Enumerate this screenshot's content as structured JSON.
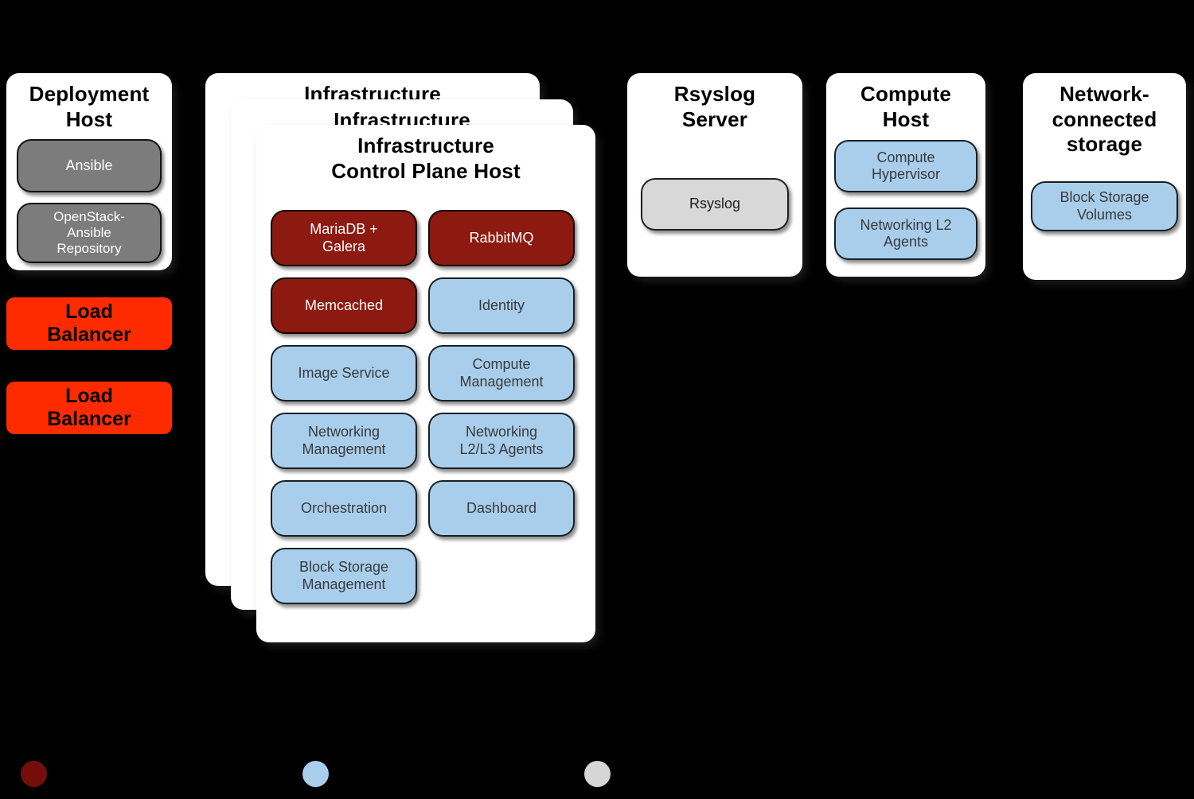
{
  "colors": {
    "dark_red": "#8c1a10",
    "light_blue": "#a8ceec",
    "gray": "#7c7c7c",
    "light_gray": "#d8d8d8",
    "red": "#ff2b00",
    "legend_dark_red": "#750e0b",
    "legend_light_blue": "#a8ceec",
    "legend_gray": "#d6d6d6",
    "background": "#000000",
    "card_bg": "#ffffff"
  },
  "deployment_host": {
    "title": "Deployment Host",
    "items": [
      {
        "label": "Ansible",
        "type": "gray"
      },
      {
        "label": "OpenStack-Ansible Repository",
        "type": "gray"
      }
    ]
  },
  "load_balancers": [
    {
      "label": "Load Balancer"
    },
    {
      "label": "Load Balancer"
    }
  ],
  "infrastructure": {
    "back_title": "Infrastructure",
    "middle_title": "Infrastructure",
    "title": "Infrastructure Control Plane Host",
    "col1": [
      {
        "label": "MariaDB + Galera",
        "type": "dark_red"
      },
      {
        "label": "Memcached",
        "type": "dark_red"
      },
      {
        "label": "Image Service",
        "type": "light_blue"
      },
      {
        "label": "Networking Management",
        "type": "light_blue"
      },
      {
        "label": "Orchestration",
        "type": "light_blue"
      },
      {
        "label": "Block Storage Management",
        "type": "light_blue"
      }
    ],
    "col2": [
      {
        "label": "RabbitMQ",
        "type": "dark_red"
      },
      {
        "label": "Identity",
        "type": "light_blue"
      },
      {
        "label": "Compute Management",
        "type": "light_blue"
      },
      {
        "label": "Networking L2/L3 Agents",
        "type": "light_blue"
      },
      {
        "label": "Dashboard",
        "type": "light_blue"
      }
    ]
  },
  "rsyslog_server": {
    "title": "Rsyslog Server",
    "items": [
      {
        "label": "Rsyslog",
        "type": "light_gray"
      }
    ]
  },
  "compute_host": {
    "title": "Compute Host",
    "items": [
      {
        "label": "Compute Hypervisor",
        "type": "light_blue"
      },
      {
        "label": "Networking L2 Agents",
        "type": "light_blue"
      }
    ]
  },
  "network_storage": {
    "title": "Network-connected storage",
    "items": [
      {
        "label": "Block Storage Volumes",
        "type": "light_blue"
      }
    ]
  },
  "legend": [
    {
      "color": "#750e0b",
      "name": "dark-red"
    },
    {
      "color": "#a8ceec",
      "name": "light-blue"
    },
    {
      "color": "#d6d6d6",
      "name": "gray"
    }
  ]
}
